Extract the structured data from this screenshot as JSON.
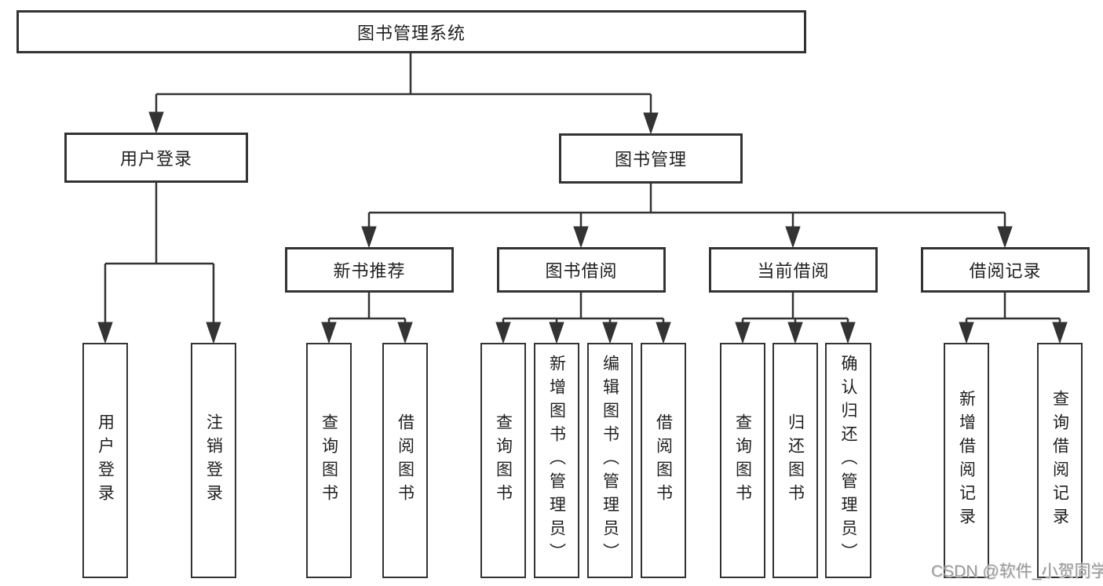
{
  "diagram": {
    "title": "图书管理系统",
    "nodes": {
      "root": {
        "label": "图书管理系统"
      },
      "user_login": {
        "label": "用户登录"
      },
      "book_management": {
        "label": "图书管理"
      },
      "new_book_recommend": {
        "label": "新书推荐"
      },
      "book_borrowing": {
        "label": "图书借阅"
      },
      "current_borrowing": {
        "label": "当前借阅"
      },
      "borrowing_records": {
        "label": "借阅记录"
      },
      "leaf_user_login": {
        "label": "用户登录"
      },
      "leaf_logout": {
        "label": "注销登录"
      },
      "leaf_nb_query_books": {
        "label": "查询图书"
      },
      "leaf_nb_borrow_books": {
        "label": "借阅图书"
      },
      "leaf_bb_query_books": {
        "label": "查询图书"
      },
      "leaf_bb_add_books": {
        "label": "新增图书（管理员）"
      },
      "leaf_bb_edit_books": {
        "label": "编辑图书（管理员）"
      },
      "leaf_bb_borrow_books": {
        "label": "借阅图书"
      },
      "leaf_cb_query_books": {
        "label": "查询图书"
      },
      "leaf_cb_return_books": {
        "label": "归还图书"
      },
      "leaf_cb_confirm_return": {
        "label": "确认归还（管理员）"
      },
      "leaf_br_add_record": {
        "label": "新增借阅记录"
      },
      "leaf_br_query_record": {
        "label": "查询借阅记录"
      }
    },
    "hierarchy": {
      "图书管理系统": {
        "用户登录": [
          "用户登录",
          "注销登录"
        ],
        "图书管理": {
          "新书推荐": [
            "查询图书",
            "借阅图书"
          ],
          "图书借阅": [
            "查询图书",
            "新增图书（管理员）",
            "编辑图书（管理员）",
            "借阅图书"
          ],
          "当前借阅": [
            "查询图书",
            "归还图书",
            "确认归还（管理员）"
          ],
          "借阅记录": [
            "新增借阅记录",
            "查询借阅记录"
          ]
        }
      }
    }
  },
  "watermark": {
    "text": "CSDN @软件_小贺同学"
  },
  "colors": {
    "line": "#333333",
    "box_border": "#333333",
    "text": "#1f1f1f",
    "watermark": "#9b9b9b",
    "background": "#ffffff"
  }
}
